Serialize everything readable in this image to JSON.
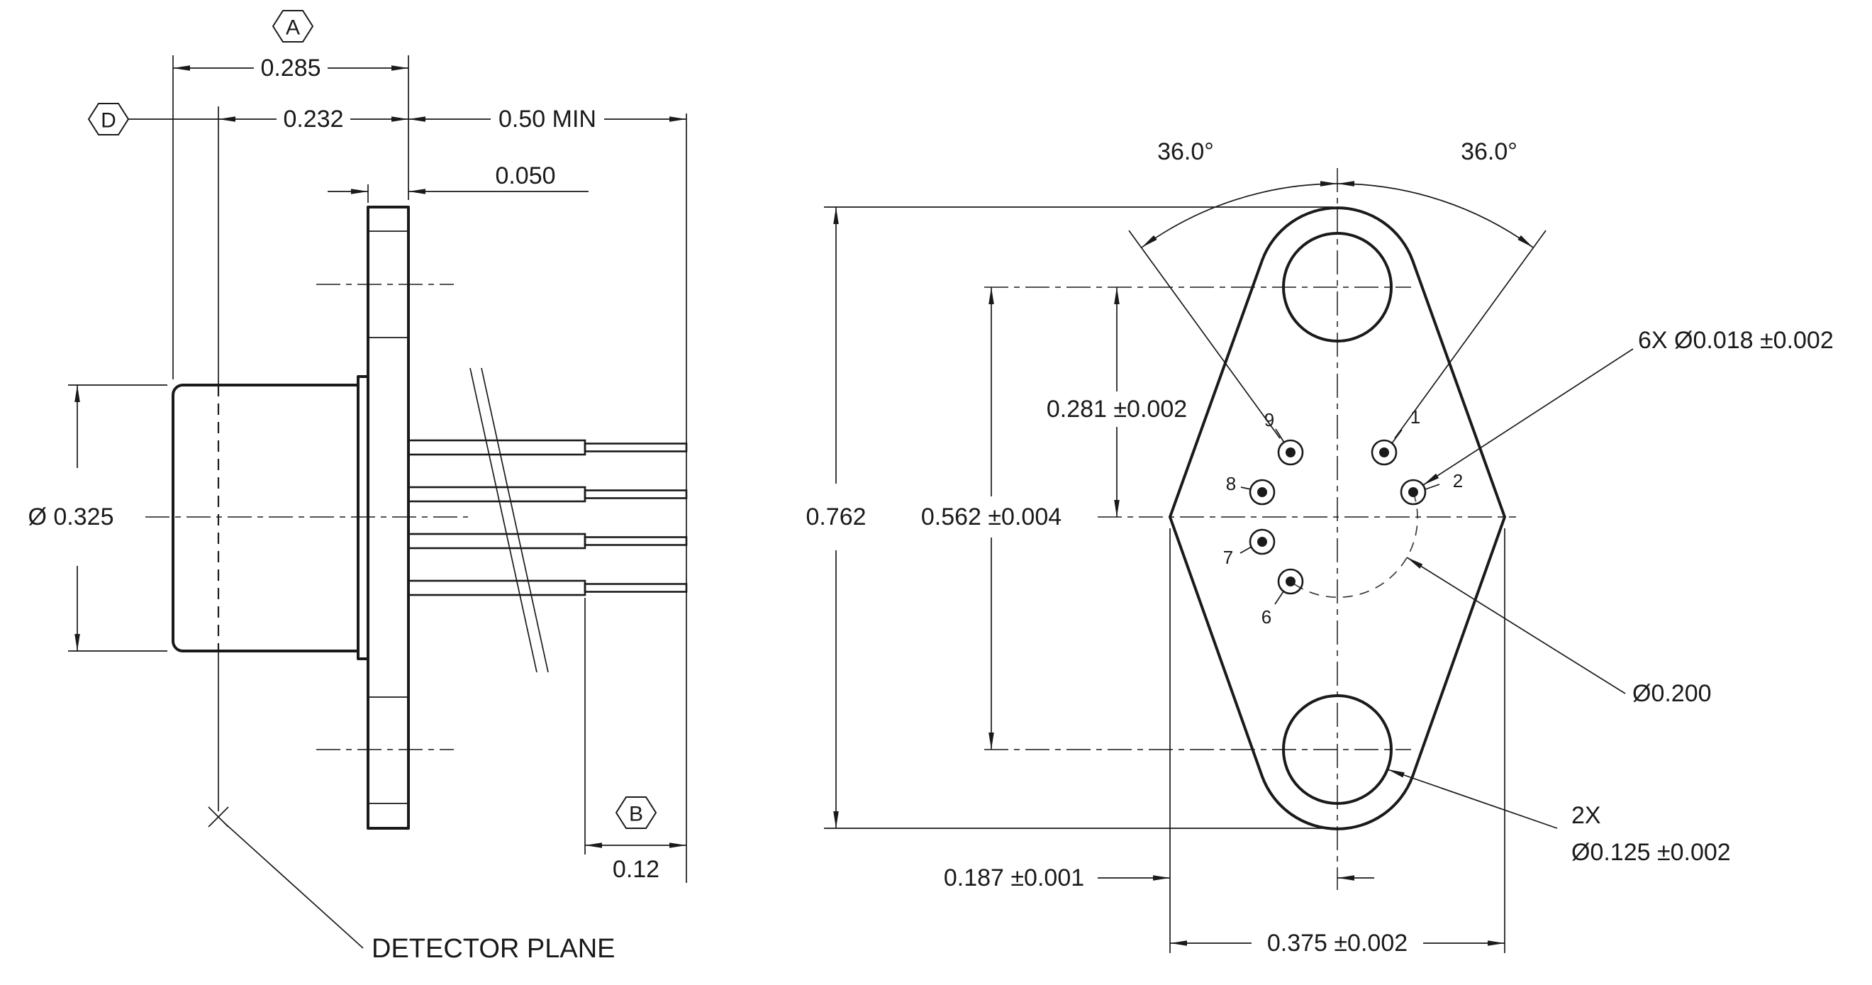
{
  "side_view": {
    "datum_a": "A",
    "datum_d": "D",
    "datum_b": "B",
    "dim_flange_offset": "0.285",
    "dim_detector_to_flange": "0.232",
    "dim_lead_min_length": "0.50 MIN",
    "dim_flange_thickness": "0.050",
    "dim_body_diameter": "Ø 0.325",
    "dim_lead_tip_length": "0.12",
    "detector_plane_label": "DETECTOR PLANE"
  },
  "face_view": {
    "dim_angle_left": "36.0°",
    "dim_angle_right": "36.0°",
    "dim_hole_to_center": "0.281 ±0.002",
    "dim_overall_length": "0.762",
    "dim_hole_spacing": "0.562 ±0.004",
    "dim_center_to_edge": "0.187 ±0.001",
    "dim_flange_width": "0.375 ±0.002",
    "callout_lead_dia": "6X Ø0.018 ±0.002",
    "callout_lead_circle_dia": "Ø0.200",
    "callout_hole_qty": "2X",
    "callout_hole_dia": "Ø0.125 ±0.002",
    "pin_labels": {
      "p1": "1",
      "p2": "2",
      "p6": "6",
      "p7": "7",
      "p8": "8",
      "p9": "9"
    }
  }
}
